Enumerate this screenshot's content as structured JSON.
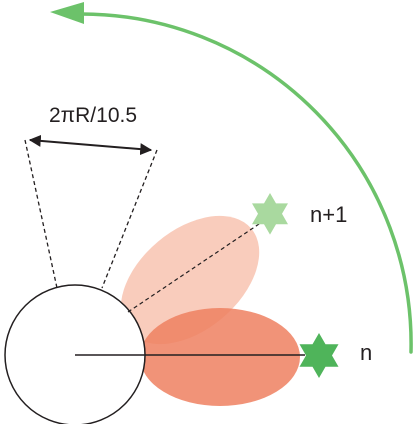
{
  "diagram": {
    "arc_label": "2πR/10.5",
    "star_labels": {
      "n": "n",
      "n_plus_1": "n+1"
    },
    "colors": {
      "arrow": "#6cc26a",
      "star_n": "#4fb45a",
      "star_n_plus_1": "#a9d99f",
      "lobe_n": "#ef8060",
      "lobe_n_plus_1": "#f8c3b0",
      "line": "#231f20"
    }
  }
}
